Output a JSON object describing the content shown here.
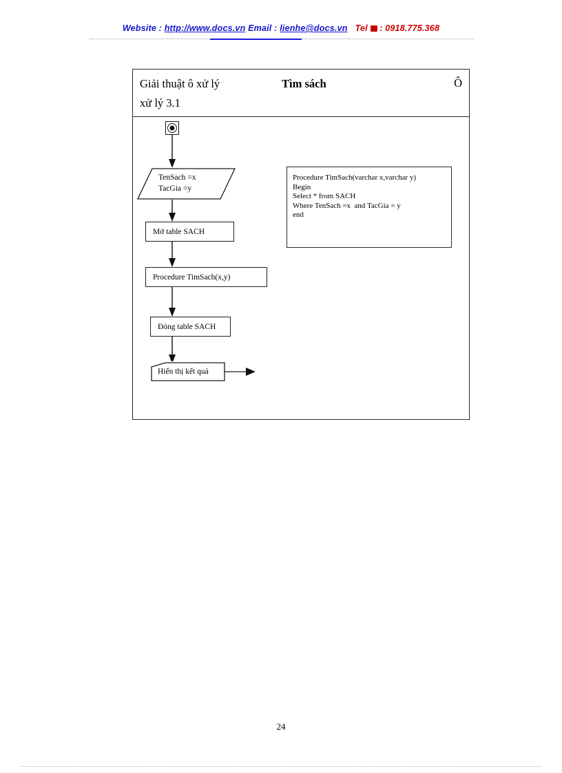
{
  "header": {
    "website_label": "Website :",
    "website_url": "http://www.docs.vn",
    "email_label": "Email",
    "email_sep": ":",
    "email_value": "lienhe@docs.vn",
    "tel_label": "Tel",
    "tel_sep": ":",
    "tel_value": "0918.775.368",
    "colors": {
      "red": "#cc0000",
      "blue": "#1414cc",
      "rule_blue": "#1b1bdd"
    }
  },
  "diagram": {
    "title_left_line1": "Giải thuật ô xử lý",
    "title_left_line2": "xử lý 3.1",
    "title_center": "Tìm sách",
    "title_right": "Ô",
    "nodes": {
      "start": "start-node",
      "input": "TenSach =x\nTacGia =y",
      "input_line1": "TenSach =x",
      "input_line2": "TacGia =y",
      "open_table": "Mở table SACH",
      "procedure": "Procedure TimSach(x,y)",
      "close_table": "Đóng table SACH",
      "display": "Hiển thị kết quả",
      "code": "Procedure TimSach(varchar x,varchar y)\nBegin\nSelect * from SACH\nWhere TenSach =x  and TacGia = y\nend"
    }
  },
  "footer": {
    "page_number": "24"
  }
}
